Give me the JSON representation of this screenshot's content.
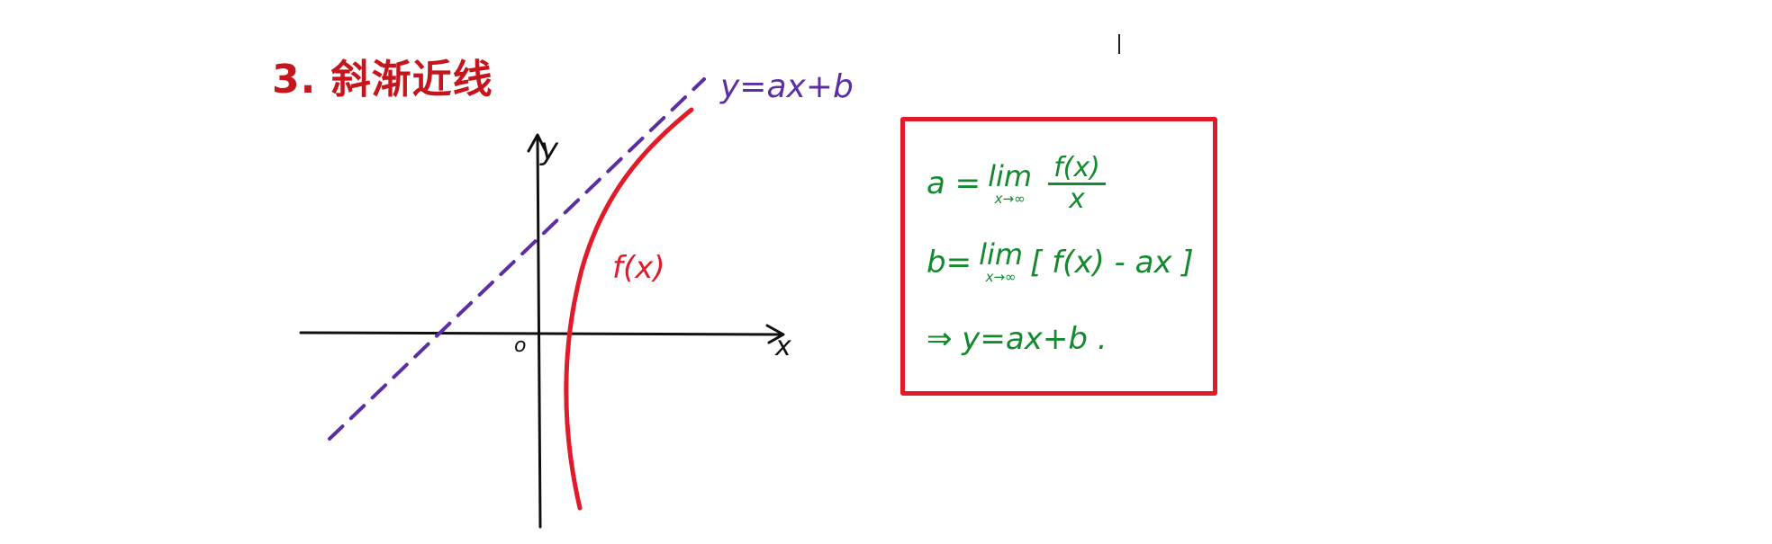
{
  "title": "3. 斜渐近线",
  "diagram": {
    "asymptote_label": "y=ax+b",
    "curve_label": "f(x)",
    "y_axis_label": "y",
    "x_axis_label": "x",
    "origin_label": "o",
    "colors": {
      "title": "#c4161c",
      "curve": "#e21b2a",
      "asymptote": "#5b2fa3",
      "axes": "#111111"
    }
  },
  "formulas": {
    "a_lhs": "a =",
    "a_lim": "lim",
    "a_lim_sub": "x→∞",
    "a_num": "f(x)",
    "a_den": "x",
    "b_lhs": "b=",
    "b_lim": "lim",
    "b_lim_sub": "x→∞",
    "b_body": "[ f(x) - ax ]",
    "conclusion": "⇒ y=ax+b .",
    "colors": {
      "text": "#138a2e",
      "border": "#e21b2a"
    }
  }
}
